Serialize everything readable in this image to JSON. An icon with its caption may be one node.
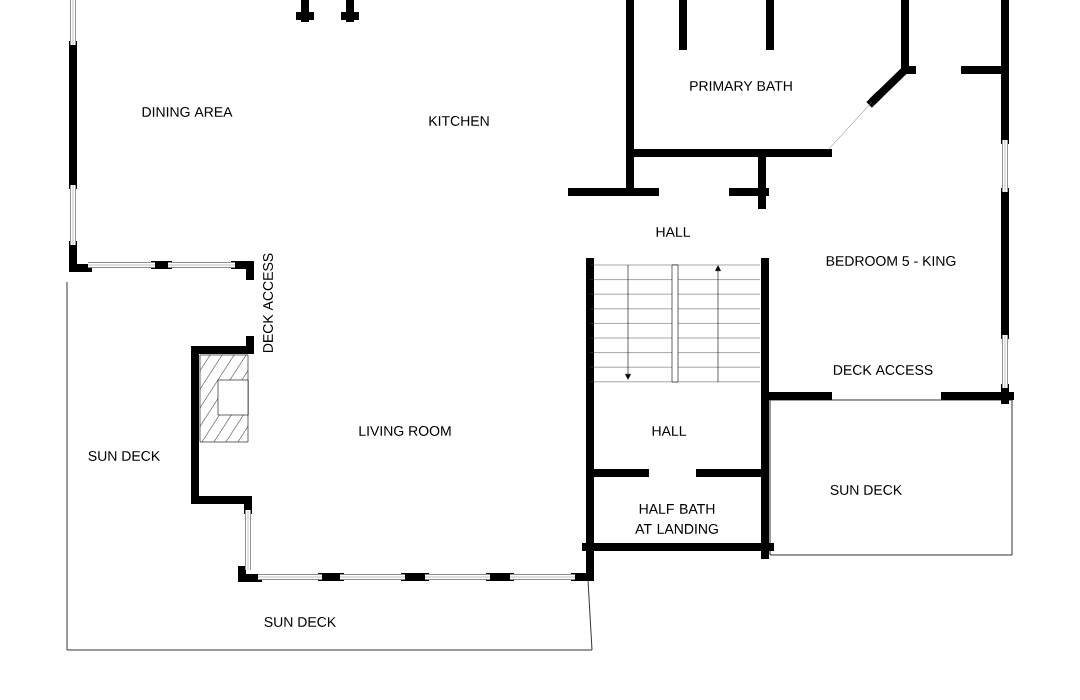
{
  "diagram": {
    "labels": [
      "PRIMARY BATH",
      "DINING AREA",
      "KITCHEN",
      "HALL",
      "BEDROOM 5 - KING",
      "DECK ACCESS",
      "DECK ACCESS",
      "LIVING ROOM",
      "HALL",
      "SUN DECK",
      "SUN DECK",
      "HALF BATH AT LANDING",
      "SUN DECK"
    ]
  }
}
